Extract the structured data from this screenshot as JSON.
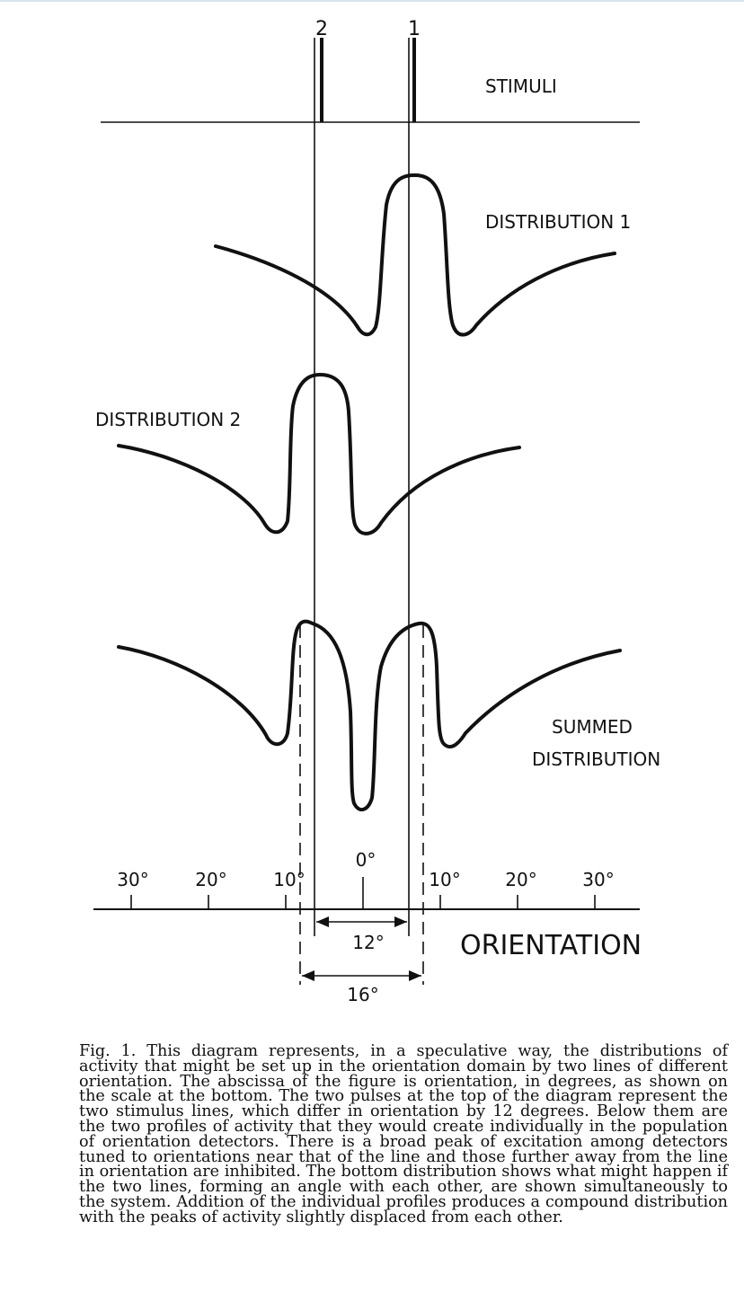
{
  "diagram": {
    "stimuli": {
      "label": "STIMULI",
      "line_labels": [
        "2",
        "1"
      ]
    },
    "distributions": [
      {
        "label": "DISTRIBUTION 1"
      },
      {
        "label": "DISTRIBUTION 2"
      },
      {
        "label_line1": "SUMMED",
        "label_line2": "DISTRIBUTION"
      }
    ],
    "axis": {
      "title": "ORIENTATION",
      "ticks": [
        "30°",
        "20°",
        "10°",
        "0°",
        "10°",
        "20°",
        "30°"
      ]
    },
    "spans": [
      {
        "label": "12°"
      },
      {
        "label": "16°"
      }
    ]
  },
  "caption": "Fig. 1.  This diagram represents, in a speculative way, the distributions of activity that might be set up in the orientation domain by two lines of different orientation.  The abscissa of the figure is orientation, in degrees, as shown on the scale at the bottom.  The two pulses at the top of the diagram represent the two stimulus lines, which differ in orientation by 12 degrees.  Below them are the two profiles of activity that they would create individually in the population of orientation detectors. There is a broad peak of excitation among detectors tuned to orientations near that of the line and those further away from the line in orientation are inhibited.  The bottom distribution shows what might happen if the two lines, forming an angle with each other, are shown simultaneously to the system.  Addition of the individual profiles produces a compound distribution with the peaks of activity slightly displaced from each other."
}
